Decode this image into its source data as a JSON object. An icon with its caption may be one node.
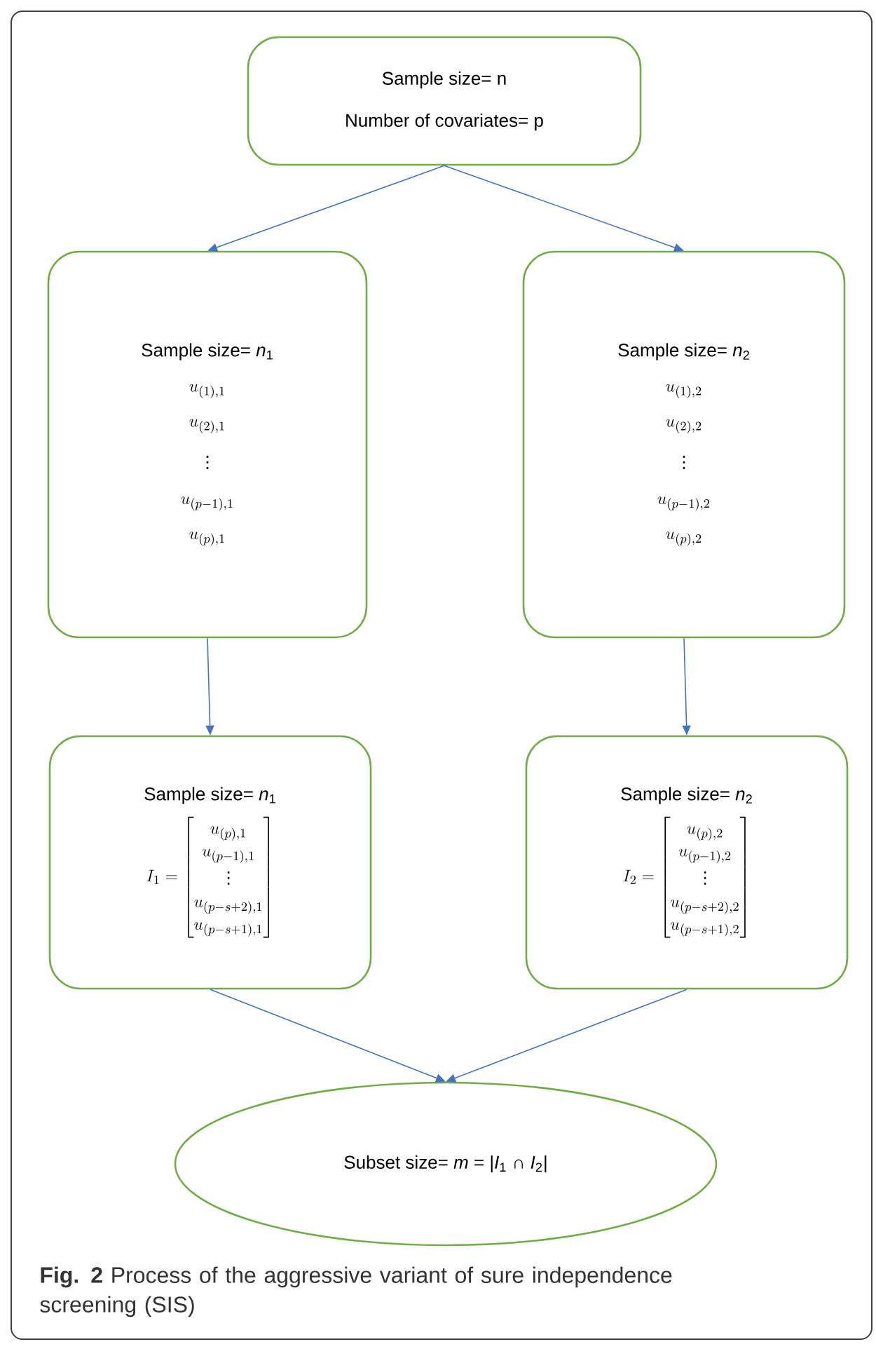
{
  "diagram": {
    "caption": "**Fig. 2** Process of the aggressive variant of sure independence screening (SIS)",
    "nodes": [
      {
        "text": [
          "Sample size= n",
          "Number of covariates= p"
        ]
      },
      {
        "text": [
          "Sample size= *n*$_{1}$",
          "u_{(1),1}",
          "u_{(2),1}",
          "\\vdots",
          "u_{(p-1),1}",
          "u_{(p),1}"
        ]
      },
      {
        "text": [
          "Sample size= *n*$_{2}$",
          "u_{(1),2}",
          "u_{(2),2}",
          "\\vdots",
          "u_{(p-1),2}",
          "u_{(p),2}"
        ]
      },
      {
        "text": [
          "Sample size= *n*$_{1}$",
          "I_1 = \\begin{bmatrix} u_{(p),1} \\\\ u_{(p-1),1} \\\\ \\vdots \\\\ u_{(p-s+2),1} \\\\ u_{(p-s+1),1} \\end{bmatrix}"
        ]
      },
      {
        "text": [
          "Sample size= *n*$_{2}$",
          "I_2 = \\begin{bmatrix} u_{(p),2} \\\\ u_{(p-1),2} \\\\ \\vdots \\\\ u_{(p-s+2),2} \\\\ u_{(p-s+1),2} \\end{bmatrix}"
        ]
      },
      {
        "text": [
          "Subset size= *m* = |*I*$_{1}$ ∩ *I*$_{2}$|"
        ]
      }
    ],
    "edges": [
      {
        "from": 0,
        "to": 1,
        "arrow": "to"
      },
      {
        "from": 0,
        "to": 2,
        "arrow": "to"
      },
      {
        "from": 1,
        "to": 3,
        "arrow": "to"
      },
      {
        "from": 2,
        "to": 4,
        "arrow": "to"
      },
      {
        "from": 3,
        "to": 5,
        "arrow": "to"
      },
      {
        "from": 4,
        "to": 5,
        "arrow": "to"
      }
    ]
  }
}
